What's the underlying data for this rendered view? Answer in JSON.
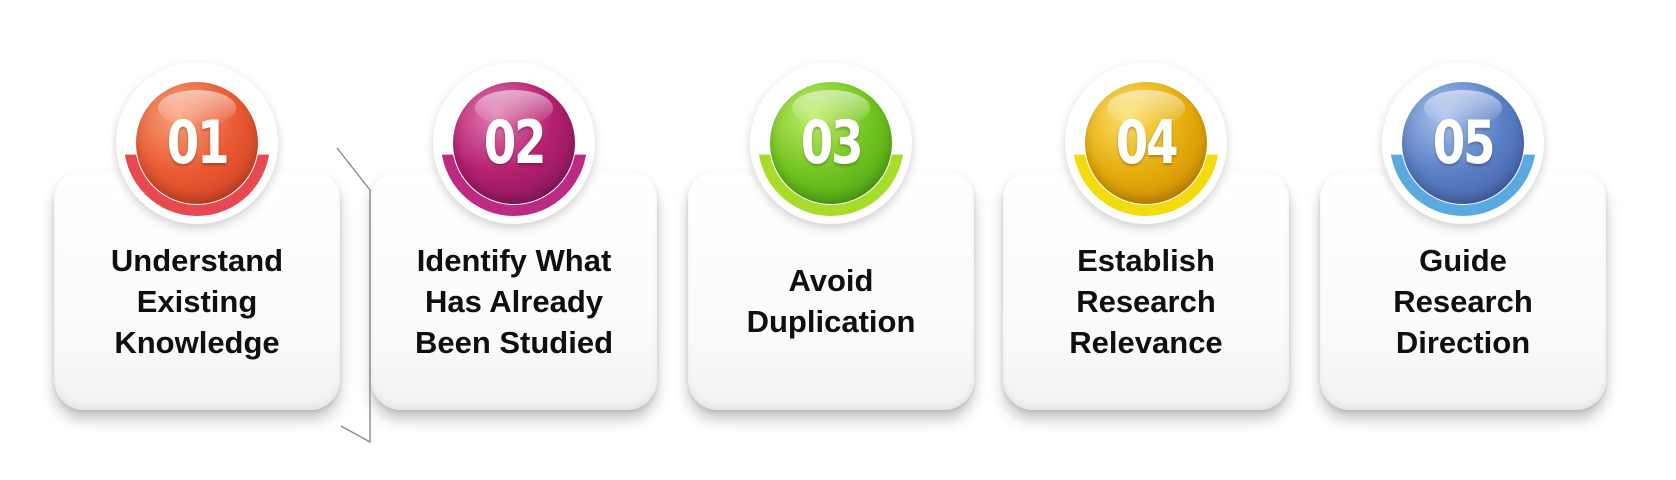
{
  "steps": [
    {
      "number": "01",
      "label": "Understand\nExisting\nKnowledge",
      "color": "#ea5a34"
    },
    {
      "number": "02",
      "label": "Identify What\nHas Already\nBeen Studied",
      "color": "#b4206e"
    },
    {
      "number": "03",
      "label": "Avoid\nDuplication",
      "color": "#73c521"
    },
    {
      "number": "04",
      "label": "Establish\nResearch\nRelevance",
      "color": "#e6ad0d"
    },
    {
      "number": "05",
      "label": "Guide\nResearch\nDirection",
      "color": "#5b80c6"
    }
  ]
}
